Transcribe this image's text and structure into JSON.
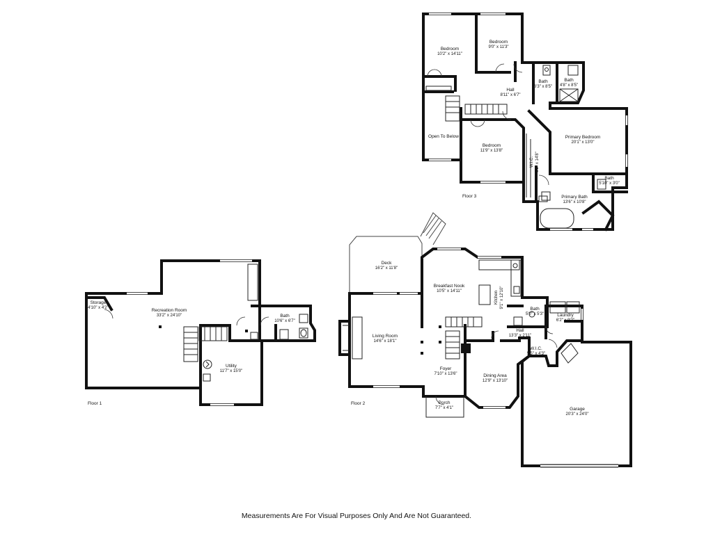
{
  "floors": [
    {
      "label": "Floor 1",
      "rooms": [
        {
          "name": "Storage",
          "dims": "4'10\" x 4'2\""
        },
        {
          "name": "Recreation Room",
          "dims": "33'2\" x 24'10\""
        },
        {
          "name": "Bath",
          "dims": "10'6\" x 6'7\""
        },
        {
          "name": "Utility",
          "dims": "11'7\" x 15'0\""
        }
      ]
    },
    {
      "label": "Floor 2",
      "rooms": [
        {
          "name": "Deck",
          "dims": "16'2\" x 11'8\""
        },
        {
          "name": "Breakfast Nook",
          "dims": "10'5\" x 14'11\""
        },
        {
          "name": "Kitchen",
          "dims": "9'1\" x 12'10\""
        },
        {
          "name": "Bath",
          "dims": "5'0\" x 5'3\""
        },
        {
          "name": "Laundry",
          "dims": "6'2\" x 9'2\""
        },
        {
          "name": "Living Room",
          "dims": "14'6\" x 18'1\""
        },
        {
          "name": "Hall",
          "dims": "13'3\" x 2'11\""
        },
        {
          "name": "W.I.C.",
          "dims": "5'5\" x 4'3\""
        },
        {
          "name": "Foyer",
          "dims": "7'10\" x 13'6\""
        },
        {
          "name": "Dining Area",
          "dims": "12'9\" x 13'10\""
        },
        {
          "name": "Porch",
          "dims": "7'7\" x 4'1\""
        },
        {
          "name": "Garage",
          "dims": "20'3\" x 24'0\""
        }
      ]
    },
    {
      "label": "Floor 3",
      "rooms": [
        {
          "name": "Bedroom",
          "dims": "10'2\" x 14'11\""
        },
        {
          "name": "Bedroom",
          "dims": "9'0\" x 11'3\""
        },
        {
          "name": "Bath",
          "dims": "6'3\" x 8'5\""
        },
        {
          "name": "Bath",
          "dims": "4'8\" x 8'5\""
        },
        {
          "name": "Hall",
          "dims": "8'11\" x 6'7\""
        },
        {
          "name": "Open To Below",
          "dims": ""
        },
        {
          "name": "Bedroom",
          "dims": "11'9\" x 13'8\""
        },
        {
          "name": "Primary Bedroom",
          "dims": "20'1\" x 13'0\""
        },
        {
          "name": "W.I.C.",
          "dims": "5'2\" x 14'8\""
        },
        {
          "name": "Bath",
          "dims": "5'10\" x 3'0\""
        },
        {
          "name": "Primary Bath",
          "dims": "13'6\" x 10'8\""
        }
      ]
    }
  ],
  "disclaimer": "Measurements Are For Visual Purposes Only And Are Not Guaranteed."
}
